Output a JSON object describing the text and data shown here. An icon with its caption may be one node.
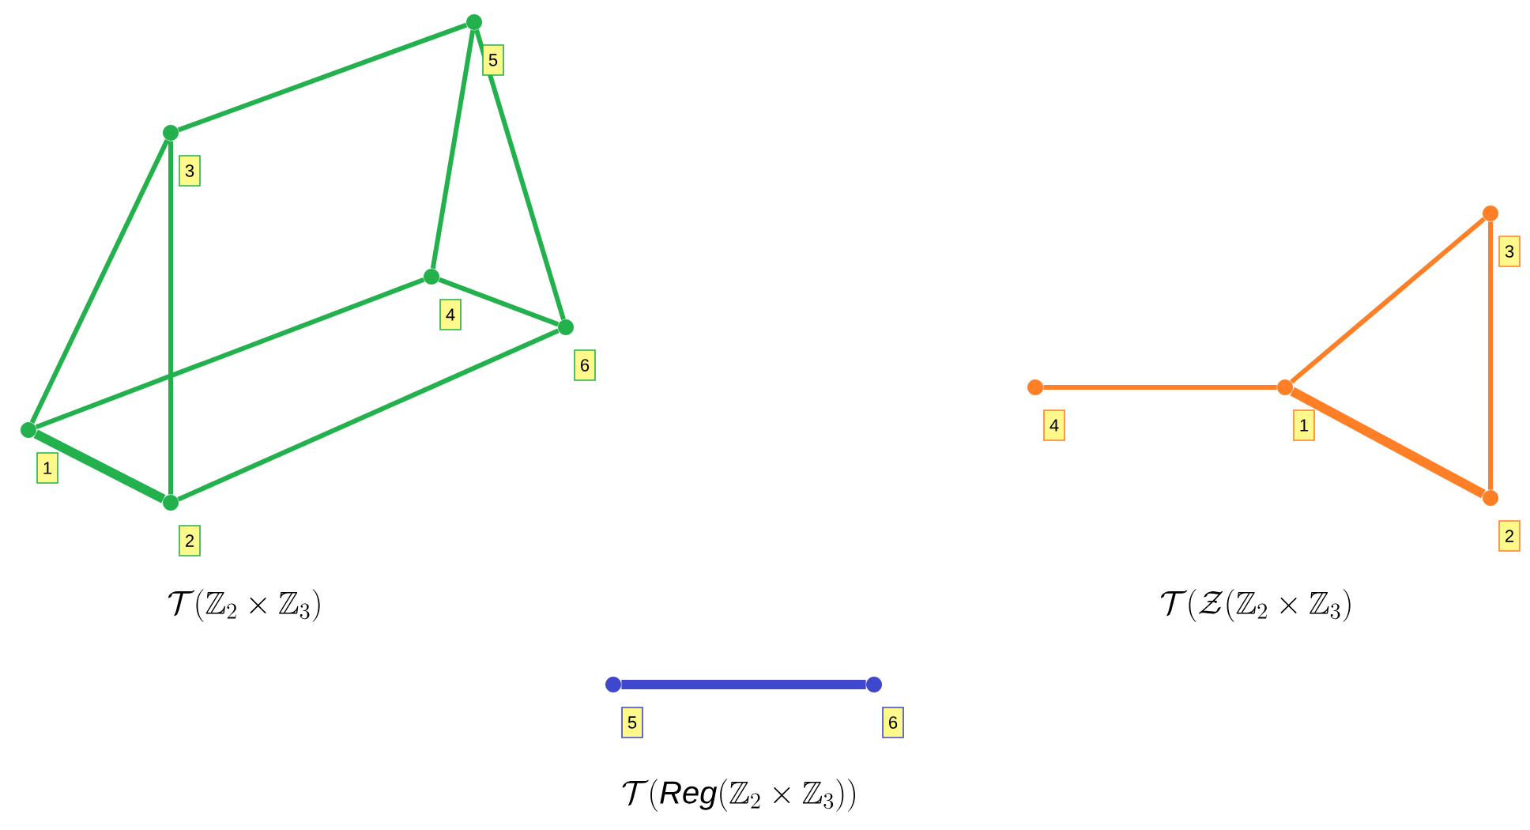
{
  "diagram": {
    "nodes": [
      {
        "text": [],
        "shape": "circle",
        "beside": [
          "1"
        ]
      },
      {
        "text": [],
        "shape": "circle",
        "beside": [
          "2"
        ]
      },
      {
        "text": [],
        "shape": "circle",
        "beside": [
          "3"
        ]
      },
      {
        "text": [],
        "shape": "circle",
        "beside": [
          "4"
        ]
      },
      {
        "text": [],
        "shape": "circle",
        "beside": [
          "5"
        ]
      },
      {
        "text": [],
        "shape": "circle",
        "beside": [
          "6"
        ]
      },
      {
        "text": [],
        "shape": "circle",
        "beside": [
          "4"
        ]
      },
      {
        "text": [],
        "shape": "circle",
        "beside": [
          "1"
        ]
      },
      {
        "text": [],
        "shape": "circle",
        "beside": [
          "3"
        ]
      },
      {
        "text": [],
        "shape": "circle",
        "beside": [
          "2"
        ]
      },
      {
        "text": [],
        "shape": "circle",
        "beside": [
          "5"
        ]
      },
      {
        "text": [],
        "shape": "circle",
        "beside": [
          "6"
        ]
      }
    ],
    "edges": [
      {
        "from": 0,
        "to": 1,
        "arrow": "none",
        "style": "thick"
      },
      {
        "from": 0,
        "to": 2,
        "arrow": "none"
      },
      {
        "from": 0,
        "to": 3,
        "arrow": "none"
      },
      {
        "from": 1,
        "to": 2,
        "arrow": "none"
      },
      {
        "from": 1,
        "to": 5,
        "arrow": "none"
      },
      {
        "from": 2,
        "to": 4,
        "arrow": "none"
      },
      {
        "from": 3,
        "to": 4,
        "arrow": "none"
      },
      {
        "from": 3,
        "to": 5,
        "arrow": "none"
      },
      {
        "from": 4,
        "to": 5,
        "arrow": "none"
      },
      {
        "from": 6,
        "to": 7,
        "arrow": "none",
        "color": "#ff7f27"
      },
      {
        "from": 7,
        "to": 8,
        "arrow": "none",
        "color": "#ff7f27"
      },
      {
        "from": 7,
        "to": 9,
        "arrow": "none",
        "style": "thick",
        "color": "#ff7f27"
      },
      {
        "from": 9,
        "to": 8,
        "arrow": "none",
        "color": "#ff7f27"
      },
      {
        "from": 10,
        "to": 11,
        "arrow": "none",
        "style": "thick",
        "color": "#3f48cc"
      }
    ],
    "labels": [
      "\\mathcal{T}(\\mathbb{Z}_2\\times\\mathbb{Z}_3)",
      "\\mathcal{T}(\\mathcal{Z}(\\mathbb{Z}_2\\times\\mathbb{Z}_3)",
      "\\mathcal{T}(\\mathit{Reg}(\\mathbb{Z}_2\\times\\mathbb{Z}_3))"
    ]
  }
}
